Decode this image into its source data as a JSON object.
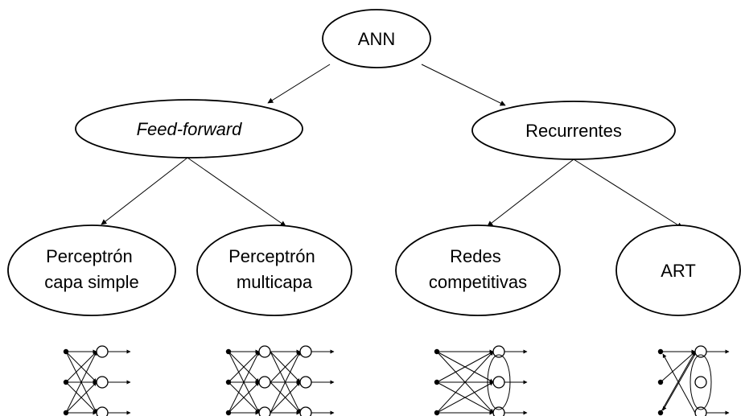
{
  "nodes": {
    "root": "ANN",
    "feedforward": "Feed-forward",
    "recurrent": "Recurrentes",
    "perceptron_simple": [
      "Perceptrón",
      "capa simple"
    ],
    "perceptron_multi": [
      "Perceptrón",
      "multicapa"
    ],
    "competitive": [
      "Redes",
      "competitivas"
    ],
    "art": "ART"
  },
  "icons": {
    "perceptron_simple": "single-layer-network-icon",
    "perceptron_multi": "multilayer-network-icon",
    "competitive": "competitive-network-icon",
    "art": "art-network-icon"
  }
}
